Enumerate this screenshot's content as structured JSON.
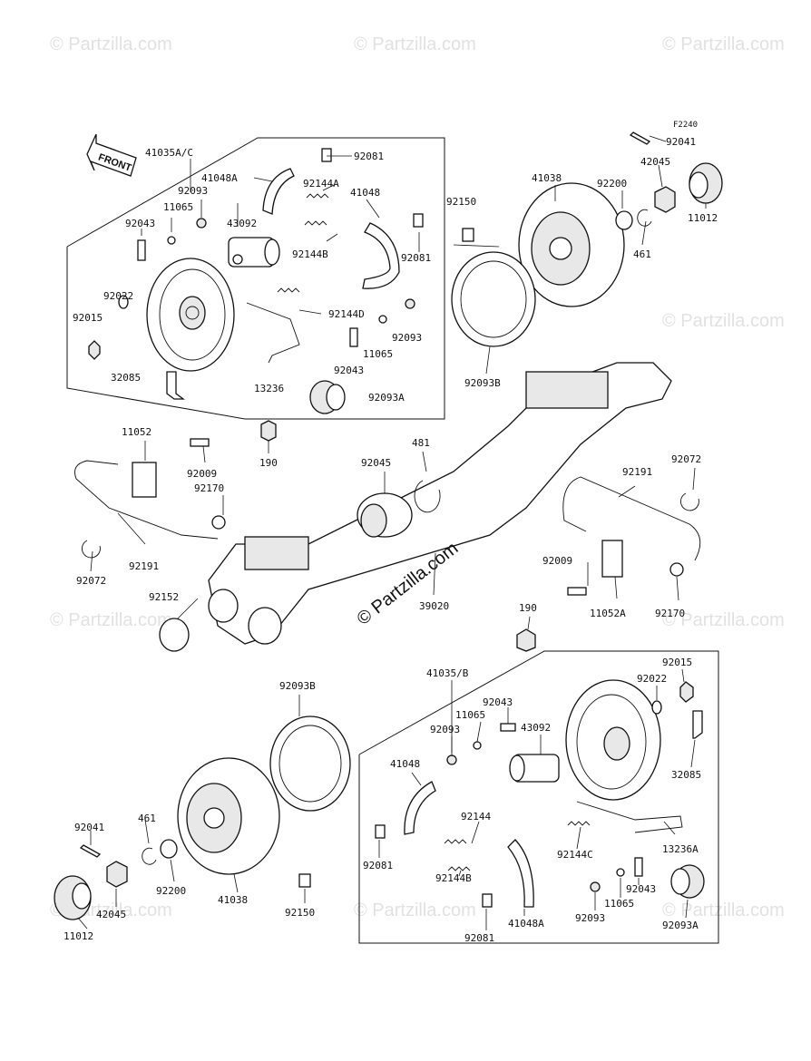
{
  "diagram_code": "F2240",
  "front_label": "FRONT",
  "copyright": "© Partzilla.com",
  "watermark": "© Partzilla.com",
  "labels": [
    {
      "id": "l_92041_t",
      "text": "92041"
    },
    {
      "id": "l_41035AC",
      "text": "41035A/C"
    },
    {
      "id": "l_92081_a",
      "text": "92081"
    },
    {
      "id": "l_41048A_t",
      "text": "41048A"
    },
    {
      "id": "l_92144A",
      "text": "92144A"
    },
    {
      "id": "l_41048_t",
      "text": "41048"
    },
    {
      "id": "l_92093_a",
      "text": "92093"
    },
    {
      "id": "l_11065_a",
      "text": "11065"
    },
    {
      "id": "l_92043_a",
      "text": "92043"
    },
    {
      "id": "l_43092_a",
      "text": "43092"
    },
    {
      "id": "l_92144B_a",
      "text": "92144B"
    },
    {
      "id": "l_92081_b",
      "text": "92081"
    },
    {
      "id": "l_92022_a",
      "text": "92022"
    },
    {
      "id": "l_92015_a",
      "text": "92015"
    },
    {
      "id": "l_92144D",
      "text": "92144D"
    },
    {
      "id": "l_11065_b",
      "text": "11065"
    },
    {
      "id": "l_92093_b",
      "text": "92093"
    },
    {
      "id": "l_92043_b",
      "text": "92043"
    },
    {
      "id": "l_32085_a",
      "text": "32085"
    },
    {
      "id": "l_13236",
      "text": "13236"
    },
    {
      "id": "l_92093A_a",
      "text": "92093A"
    },
    {
      "id": "l_41038_t",
      "text": "41038"
    },
    {
      "id": "l_92200_t",
      "text": "92200"
    },
    {
      "id": "l_42045_t",
      "text": "42045"
    },
    {
      "id": "l_11012_t",
      "text": "11012"
    },
    {
      "id": "l_461_t",
      "text": "461"
    },
    {
      "id": "l_92150_t",
      "text": "92150"
    },
    {
      "id": "l_92093B_t",
      "text": "92093B"
    },
    {
      "id": "l_11052",
      "text": "11052"
    },
    {
      "id": "l_92009_a",
      "text": "92009"
    },
    {
      "id": "l_190_a",
      "text": "190"
    },
    {
      "id": "l_92170_a",
      "text": "92170"
    },
    {
      "id": "l_92045",
      "text": "92045"
    },
    {
      "id": "l_481",
      "text": "481"
    },
    {
      "id": "l_92191_a",
      "text": "92191"
    },
    {
      "id": "l_92072_a",
      "text": "92072"
    },
    {
      "id": "l_92072_b",
      "text": "92072"
    },
    {
      "id": "l_92191_b",
      "text": "92191"
    },
    {
      "id": "l_92009_b",
      "text": "92009"
    },
    {
      "id": "l_11052A",
      "text": "11052A"
    },
    {
      "id": "l_92170_b",
      "text": "92170"
    },
    {
      "id": "l_39020",
      "text": "39020"
    },
    {
      "id": "l_92152",
      "text": "92152"
    },
    {
      "id": "l_190_b",
      "text": "190"
    },
    {
      "id": "l_92093B_b",
      "text": "92093B"
    },
    {
      "id": "l_41035B",
      "text": "41035/B"
    },
    {
      "id": "l_92043_c",
      "text": "92043"
    },
    {
      "id": "l_11065_c",
      "text": "11065"
    },
    {
      "id": "l_92093_c",
      "text": "92093"
    },
    {
      "id": "l_43092_b",
      "text": "43092"
    },
    {
      "id": "l_92015_b",
      "text": "92015"
    },
    {
      "id": "l_92022_b",
      "text": "92022"
    },
    {
      "id": "l_32085_b",
      "text": "32085"
    },
    {
      "id": "l_41048_b",
      "text": "41048"
    },
    {
      "id": "l_92144",
      "text": "92144"
    },
    {
      "id": "l_92144C",
      "text": "92144C"
    },
    {
      "id": "l_13236A",
      "text": "13236A"
    },
    {
      "id": "l_92081_c",
      "text": "92081"
    },
    {
      "id": "l_92144B_b",
      "text": "92144B"
    },
    {
      "id": "l_92043_d",
      "text": "92043"
    },
    {
      "id": "l_11065_d",
      "text": "11065"
    },
    {
      "id": "l_92093_d",
      "text": "92093"
    },
    {
      "id": "l_92093A_b",
      "text": "92093A"
    },
    {
      "id": "l_92081_d",
      "text": "92081"
    },
    {
      "id": "l_41048A_b",
      "text": "41048A"
    },
    {
      "id": "l_92041_b",
      "text": "92041"
    },
    {
      "id": "l_461_b",
      "text": "461"
    },
    {
      "id": "l_92200_b",
      "text": "92200"
    },
    {
      "id": "l_42045_b",
      "text": "42045"
    },
    {
      "id": "l_11012_b",
      "text": "11012"
    },
    {
      "id": "l_41038_b",
      "text": "41038"
    },
    {
      "id": "l_92150_b",
      "text": "92150"
    }
  ]
}
